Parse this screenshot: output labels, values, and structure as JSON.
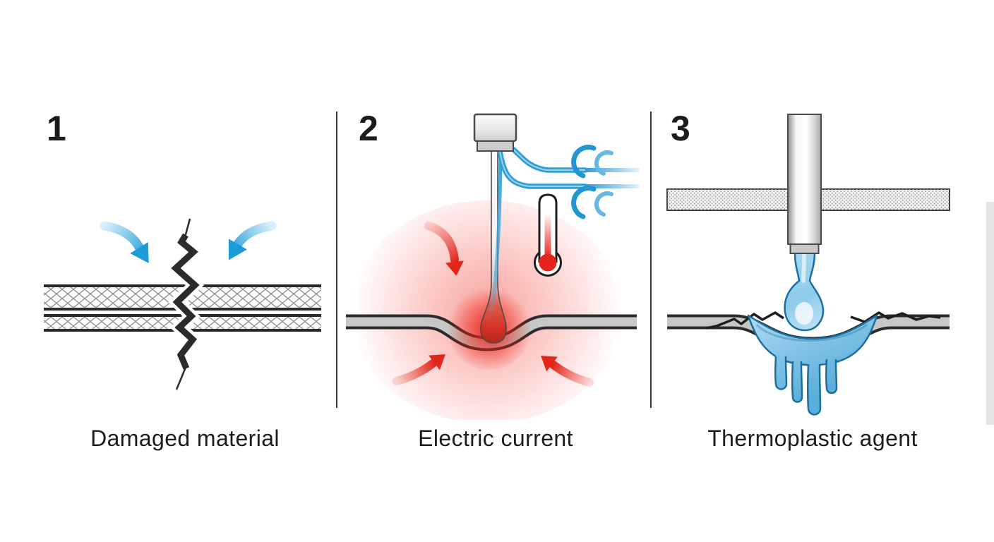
{
  "panels": [
    {
      "number": "1",
      "caption": "Damaged material"
    },
    {
      "number": "2",
      "caption": "Electric current"
    },
    {
      "number": "3",
      "caption": "Thermoplastic agent"
    }
  ],
  "colors": {
    "background": "#ffffff",
    "text": "#1c1c1c",
    "divider": "#3a3a3a",
    "accent_blue": "#1b9cd8",
    "light_blue": "#a8d8f0",
    "liquid_blue": "#8ecbea",
    "liquid_outline": "#1a6fa0",
    "accent_red": "#e2261c",
    "glow_red": "#f2483c",
    "material_gray": "#c6c8c7",
    "outline_dark": "#2b2b2b",
    "metal_light": "#f8f8f8",
    "metal_mid": "#c9c9c9"
  }
}
